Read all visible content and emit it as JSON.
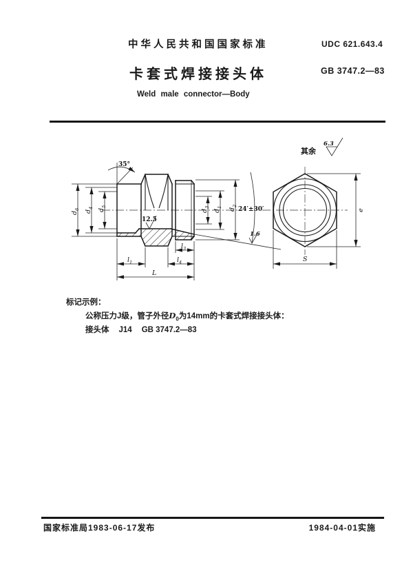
{
  "header": {
    "standard_name": "中华人民共和国国家标准",
    "udc": "UDC 621.643.4",
    "title_cn": "卡套式焊接接头体",
    "standard_code": "GB 3747.2—83",
    "title_en": "Weld male connector—Body"
  },
  "drawing": {
    "surface_note": {
      "prefix": "其余",
      "value": "6.3"
    },
    "chamfer_angle": "35°",
    "cone_tolerance": "24′±30′",
    "roughness_bore": "12.5",
    "roughness_cone": "1.6",
    "dims": {
      "d6": {
        "base": "d",
        "sub": "6"
      },
      "d4": {
        "base": "d",
        "sub": "4"
      },
      "d5": {
        "base": "d",
        "sub": "5"
      },
      "d3": {
        "base": "d",
        "sub": "3"
      },
      "d1": {
        "base": "d",
        "sub": "1"
      },
      "d2": {
        "base": "d",
        "sub": "2"
      },
      "l1": {
        "base": "l",
        "sub": "1"
      },
      "l3": {
        "base": "l",
        "sub": "3"
      },
      "l4": {
        "base": "l",
        "sub": "4"
      },
      "L": "L",
      "e": "e",
      "S": "S"
    }
  },
  "example": {
    "heading": "标记示例：",
    "line1": {
      "pre": "公称压力J级，管子外径",
      "var": "D",
      "var_sub": "0",
      "post": "为14mm的卡套式焊接接头体："
    },
    "line2": {
      "item": "接头体",
      "code": "J14",
      "standard": "GB 3747.2—83"
    }
  },
  "footer": {
    "issued": "国家标准局1983-06-17发布",
    "implemented": "1984-04-01实施"
  },
  "colors": {
    "ink": "#1a1a1a",
    "paper": "#ffffff"
  }
}
